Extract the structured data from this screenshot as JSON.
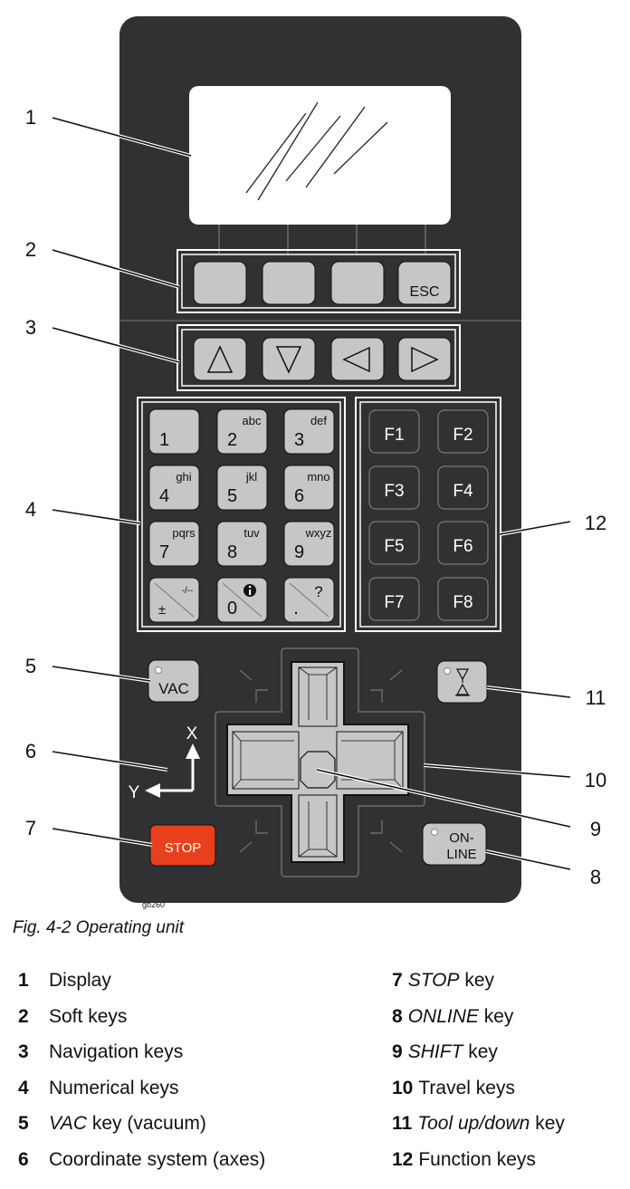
{
  "diagram_code": "gb260",
  "caption": "Fig. 4-2 Operating unit",
  "softkeys": {
    "esc": "ESC"
  },
  "numpad": [
    {
      "digit": "1",
      "letters": ""
    },
    {
      "digit": "2",
      "letters": "abc"
    },
    {
      "digit": "3",
      "letters": "def"
    },
    {
      "digit": "4",
      "letters": "ghi"
    },
    {
      "digit": "5",
      "letters": "jkl"
    },
    {
      "digit": "6",
      "letters": "mno"
    },
    {
      "digit": "7",
      "letters": "pqrs"
    },
    {
      "digit": "8",
      "letters": "tuv"
    },
    {
      "digit": "9",
      "letters": "wxyz"
    }
  ],
  "numpad_bottom": {
    "sign_top": "-/--",
    "sign_bottom": "±",
    "zero": "0",
    "dot_top": "?",
    "dot_bottom": "."
  },
  "function_keys": [
    "F1",
    "F2",
    "F3",
    "F4",
    "F5",
    "F6",
    "F7",
    "F8"
  ],
  "keys": {
    "vac": "VAC",
    "stop": "STOP",
    "online_1": "ON-",
    "online_2": "LINE"
  },
  "axes": {
    "x": "X",
    "y": "Y"
  },
  "callouts": [
    "1",
    "2",
    "3",
    "4",
    "5",
    "6",
    "7",
    "8",
    "9",
    "10",
    "11",
    "12"
  ],
  "legend_left": [
    {
      "num": "1",
      "italic": "",
      "text": "Display"
    },
    {
      "num": "2",
      "italic": "",
      "text": "Soft keys"
    },
    {
      "num": "3",
      "italic": "",
      "text": "Navigation keys"
    },
    {
      "num": "4",
      "italic": "",
      "text": "Numerical keys"
    },
    {
      "num": "5",
      "italic": "VAC",
      "text": " key (vacuum)"
    },
    {
      "num": "6",
      "italic": "",
      "text": "Coordinate system (axes)"
    }
  ],
  "legend_right": [
    {
      "num": "7",
      "italic": "STOP",
      "text": " key"
    },
    {
      "num": "8",
      "italic": "ONLINE",
      "text": " key"
    },
    {
      "num": "9",
      "italic": "SHIFT",
      "text": " key"
    },
    {
      "num": "10",
      "italic": "",
      "text": "Travel keys"
    },
    {
      "num": "11",
      "italic": "Tool up/down",
      "text": " key"
    },
    {
      "num": "12",
      "italic": "",
      "text": "Function keys"
    }
  ]
}
